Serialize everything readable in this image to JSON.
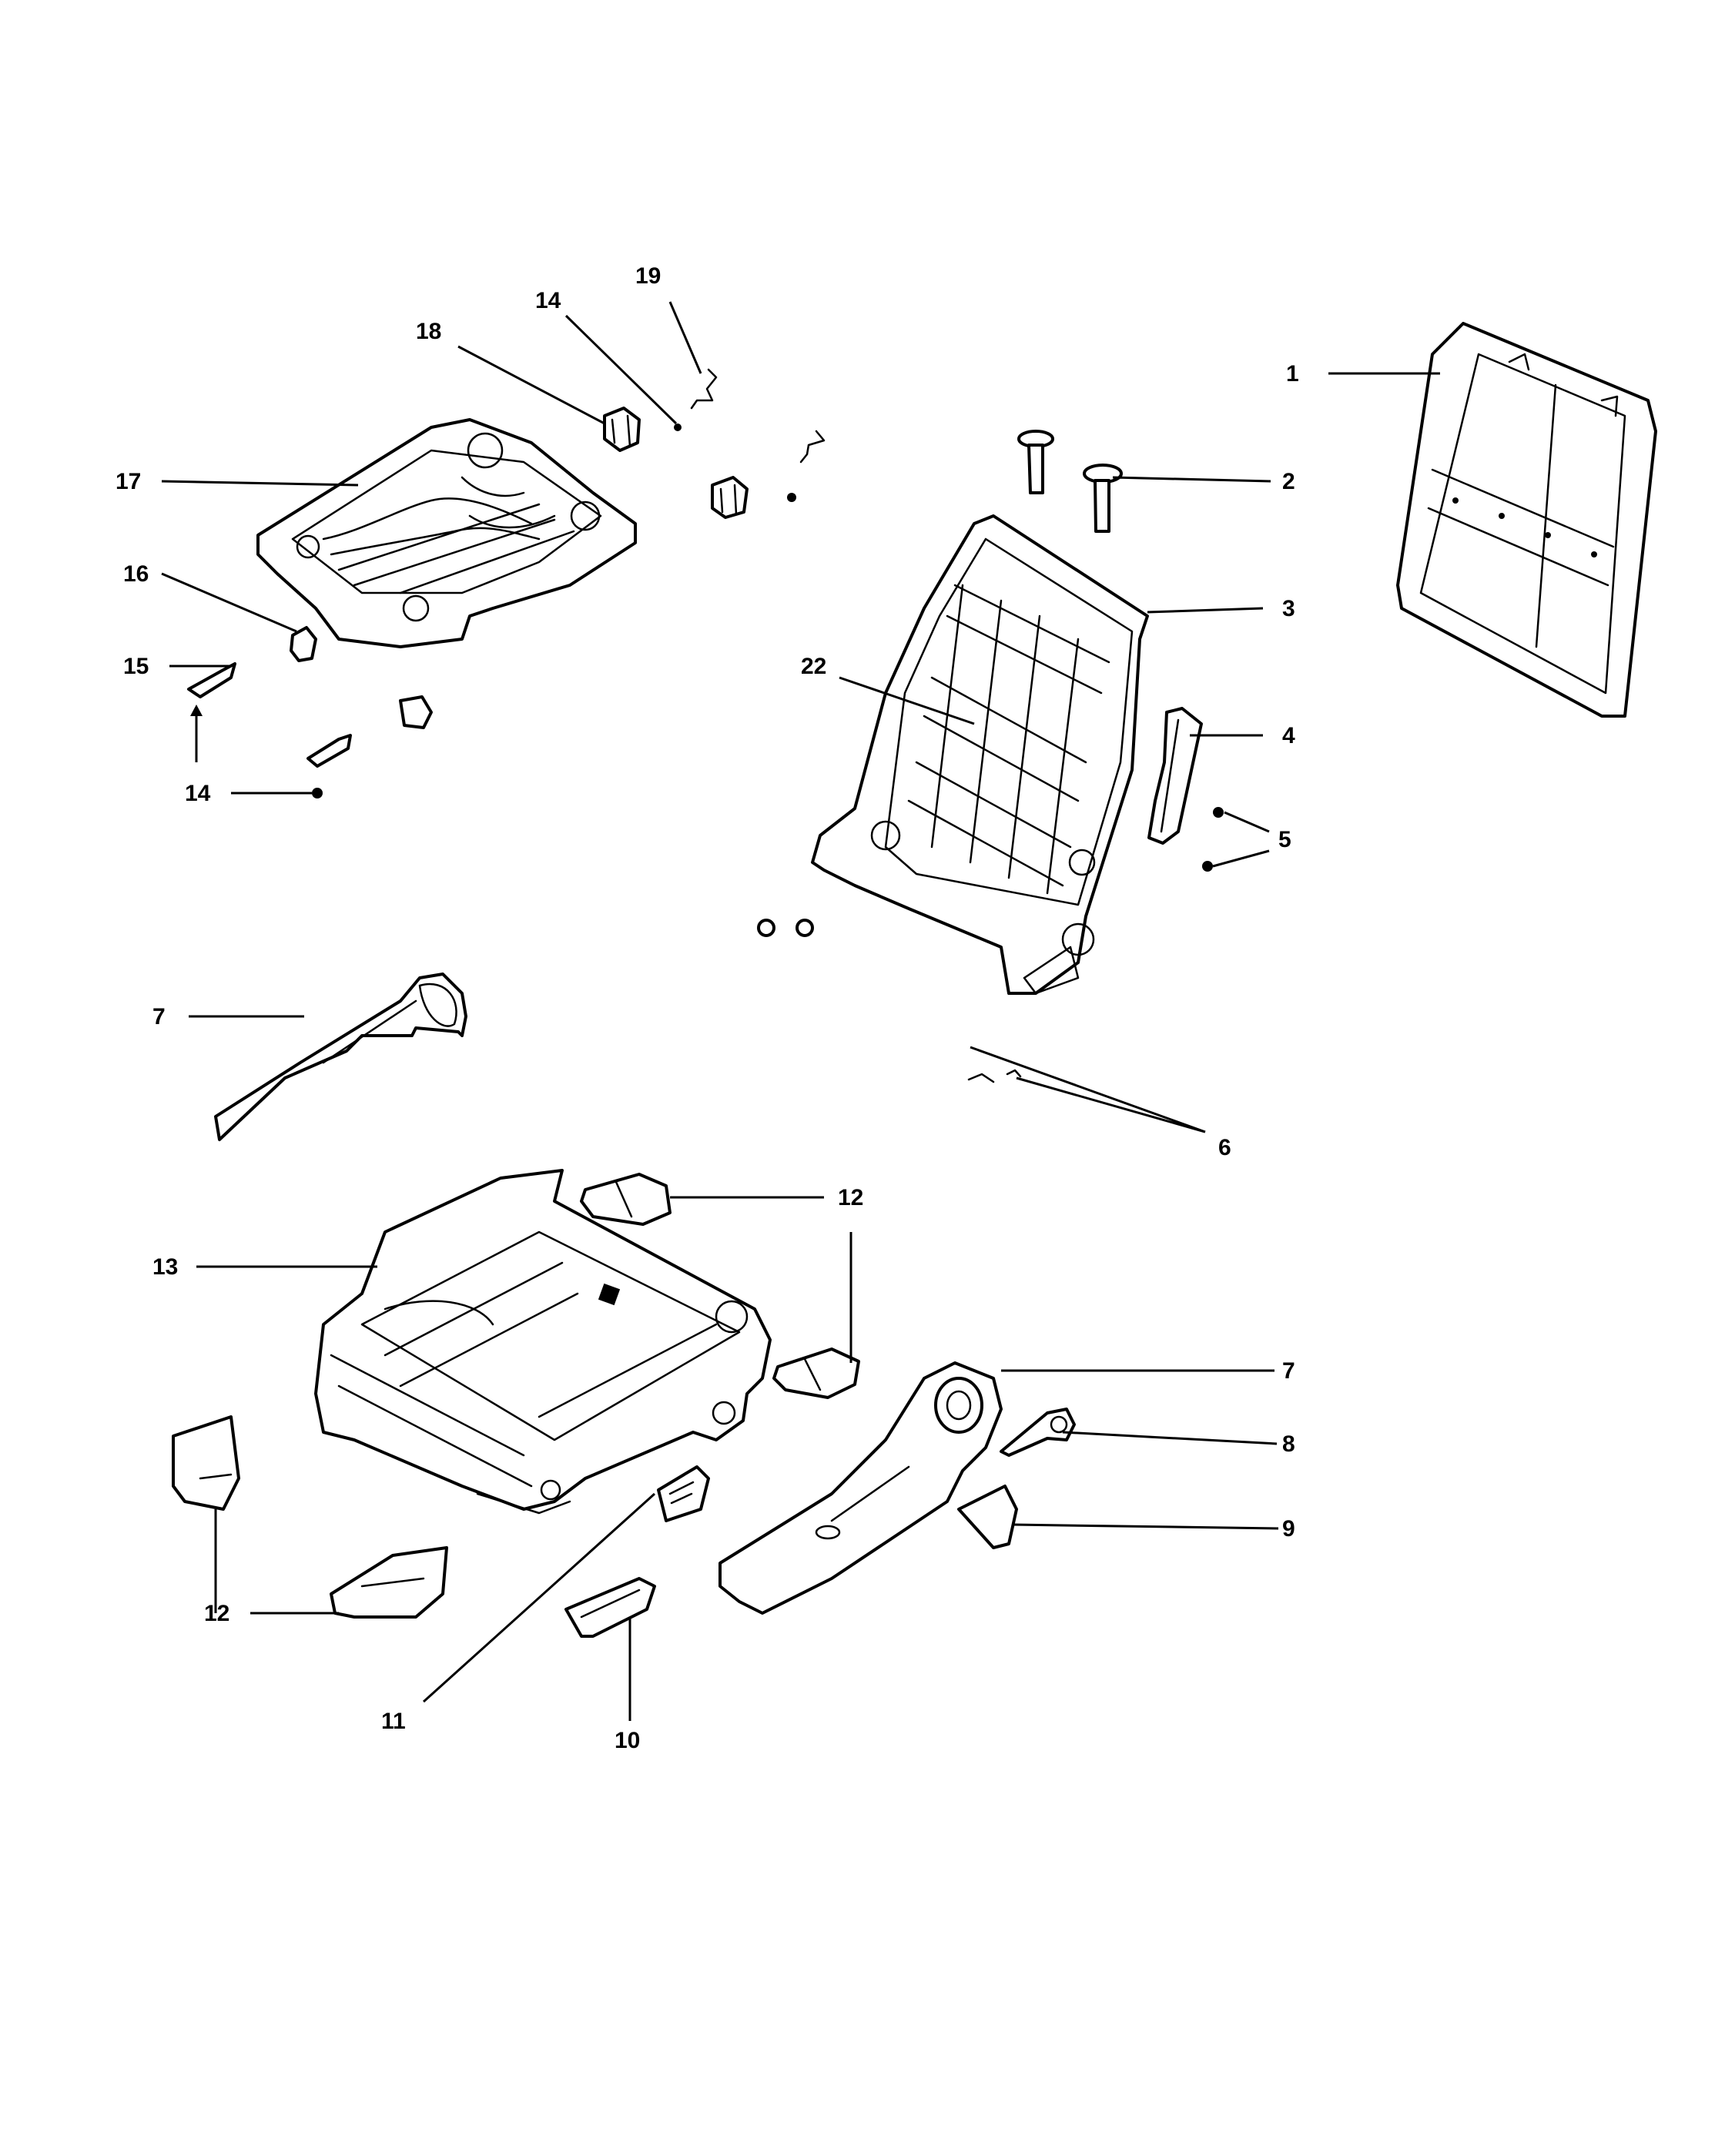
{
  "callouts": {
    "c1": "1",
    "c2": "2",
    "c3": "3",
    "c4": "4",
    "c5": "5",
    "c6": "6",
    "c7a": "7",
    "c7b": "7",
    "c8": "8",
    "c9": "9",
    "c10": "10",
    "c11": "11",
    "c12a": "12",
    "c12b": "12",
    "c13": "13",
    "c14a": "14",
    "c14b": "14",
    "c15": "15",
    "c16": "16",
    "c17": "17",
    "c18": "18",
    "c19": "19",
    "c22": "22"
  }
}
